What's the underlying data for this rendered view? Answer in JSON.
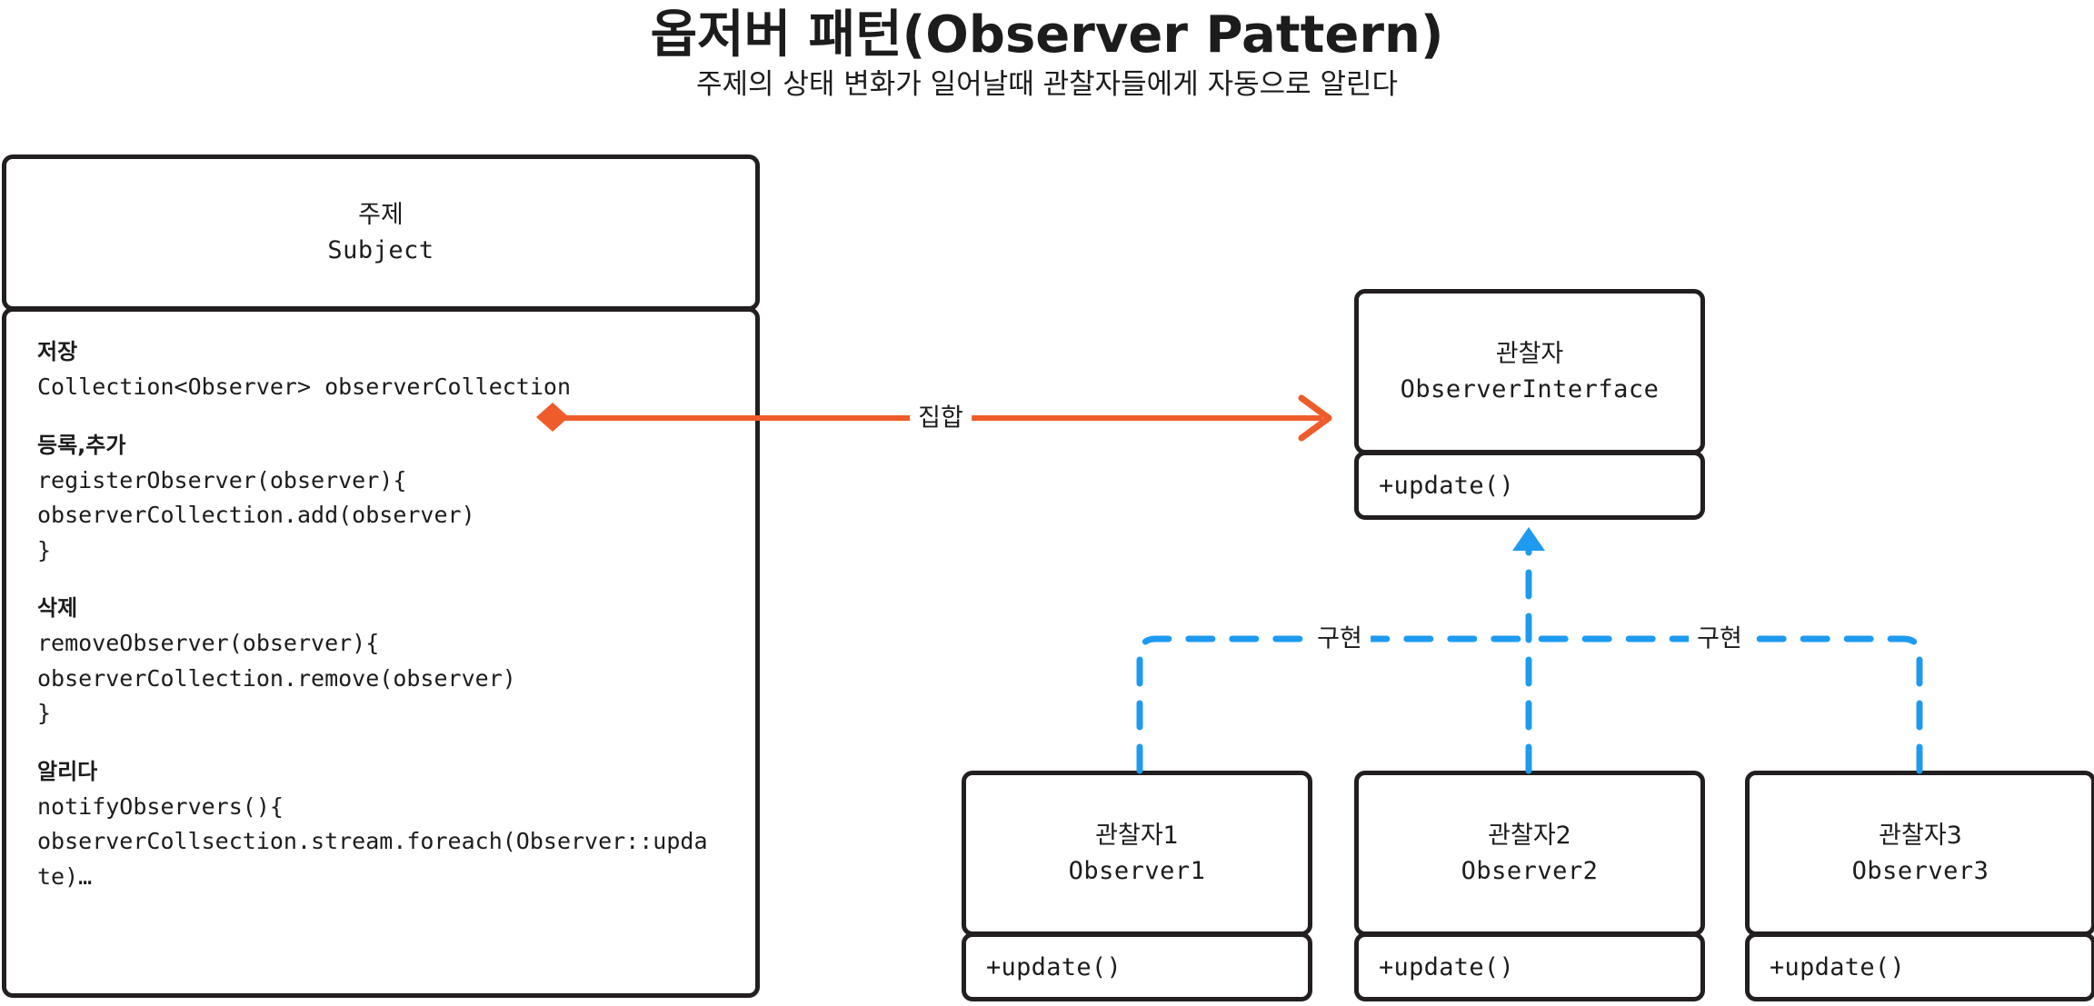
{
  "header": {
    "title": "옵저버 패턴(Observer Pattern)",
    "subtitle": "주제의 상태 변화가 일어날때 관찰자들에게 자동으로 알린다"
  },
  "colors": {
    "stroke": "#231f20",
    "association": "#ee5c2b",
    "realization": "#1e9bf0",
    "text": "#1c1c1c",
    "background": "#ffffff"
  },
  "classes": {
    "subject": {
      "name_ko": "주제",
      "name_en": "Subject",
      "groups": [
        {
          "label": "저장",
          "lines": [
            "Collection<Observer> observerCollection"
          ]
        },
        {
          "label": "등록,추가",
          "lines": [
            "registerObserver(observer){",
            "observerCollection.add(observer)",
            "}"
          ]
        },
        {
          "label": "삭제",
          "lines": [
            "removeObserver(observer){",
            "observerCollection.remove(observer)",
            "}"
          ]
        },
        {
          "label": "알리다",
          "lines": [
            "notifyObservers(){",
            "observerCollsection.stream.foreach(Observer::upda",
            "te)…"
          ]
        }
      ]
    },
    "observer_interface": {
      "name_ko": "관찰자",
      "name_en": "ObserverInterface",
      "members": [
        "+update()"
      ]
    },
    "observer1": {
      "name_ko": "관찰자1",
      "name_en": "Observer1",
      "members": [
        "+update()"
      ]
    },
    "observer2": {
      "name_ko": "관찰자2",
      "name_en": "Observer2",
      "members": [
        "+update()"
      ]
    },
    "observer3": {
      "name_ko": "관찰자3",
      "name_en": "Observer3",
      "members": [
        "+update()"
      ]
    }
  },
  "edges": {
    "aggregation_label": "집합",
    "realization_label_left": "구현",
    "realization_label_right": "구현"
  }
}
